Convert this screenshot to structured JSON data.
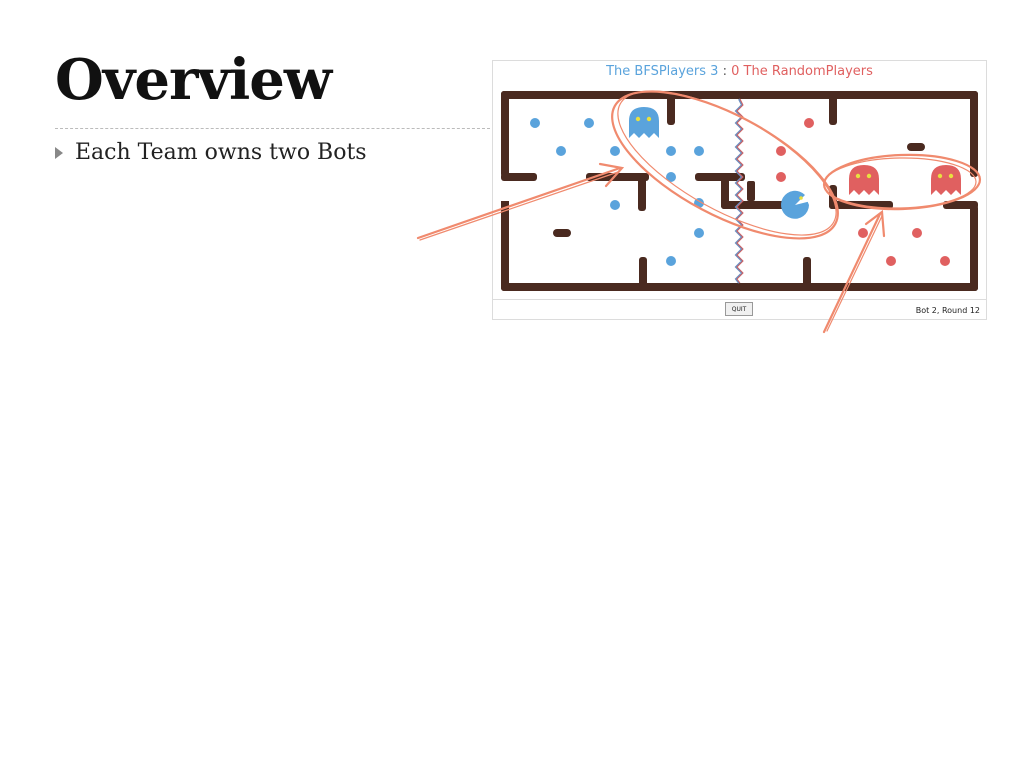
{
  "slide": {
    "title": "Overview",
    "bullets": [
      "Each Team owns two Bots"
    ]
  },
  "game": {
    "blue_team": "The BFSPlayers 3",
    "separator": ":",
    "red_team": "0 The RandomPlayers",
    "quit_label": "QUIT",
    "round_status": "Bot 2, Round 12"
  },
  "colors": {
    "blue": "#5aa3dc",
    "red": "#e06060",
    "wall": "#4a2a20",
    "annotation": "#f08a6e"
  }
}
